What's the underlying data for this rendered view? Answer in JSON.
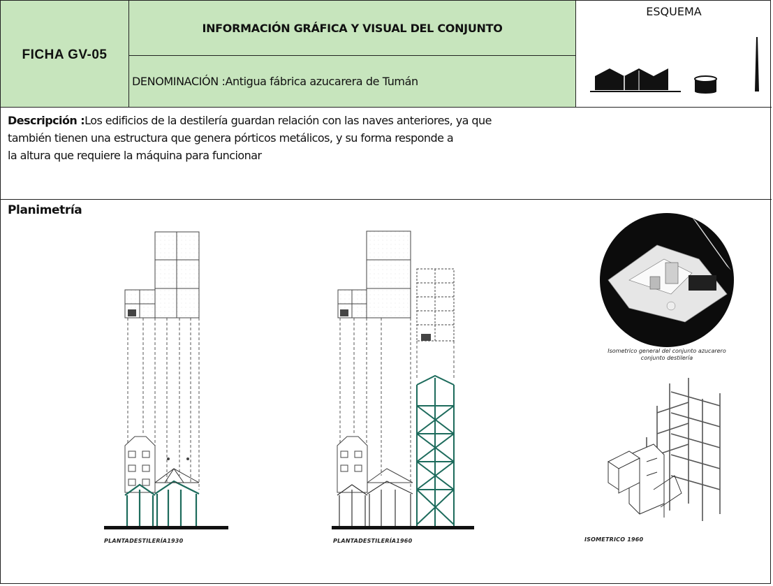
{
  "header": {
    "fid": "FICHA GV-05",
    "title": "INFORMACIÓN GRÁFICA Y VISUAL DEL CONJUNTO",
    "denominacion": "DENOMINACIÓN :Antigua fábrica  azucarera  de Tumán",
    "esquema_label": "ESQUEMA"
  },
  "descripcion": {
    "label": "Descripción :",
    "line1": "Los edificios de la destilería guardan relación con las naves anteriores, ya que",
    "line2": "también tienen una estructura que genera pórticos metálicos, y su forma responde a",
    "line3": "la altura que requiere la máquina para funcionar"
  },
  "planimetria": {
    "title": "Planimetría",
    "caption_1930": "PLANTADESTILERÍA1930",
    "caption_1960": "PLANTADESTILERÍA1960",
    "caption_iso_general": "Isometrico general del conjunto azucarero",
    "caption_iso_general_2": "conjunto destilería",
    "caption_iso_1960": "ISOMETRICO 1960"
  },
  "colors": {
    "header_green": "#c7e5bd",
    "steel_green": "#1d6b5c",
    "border": "#222222"
  }
}
